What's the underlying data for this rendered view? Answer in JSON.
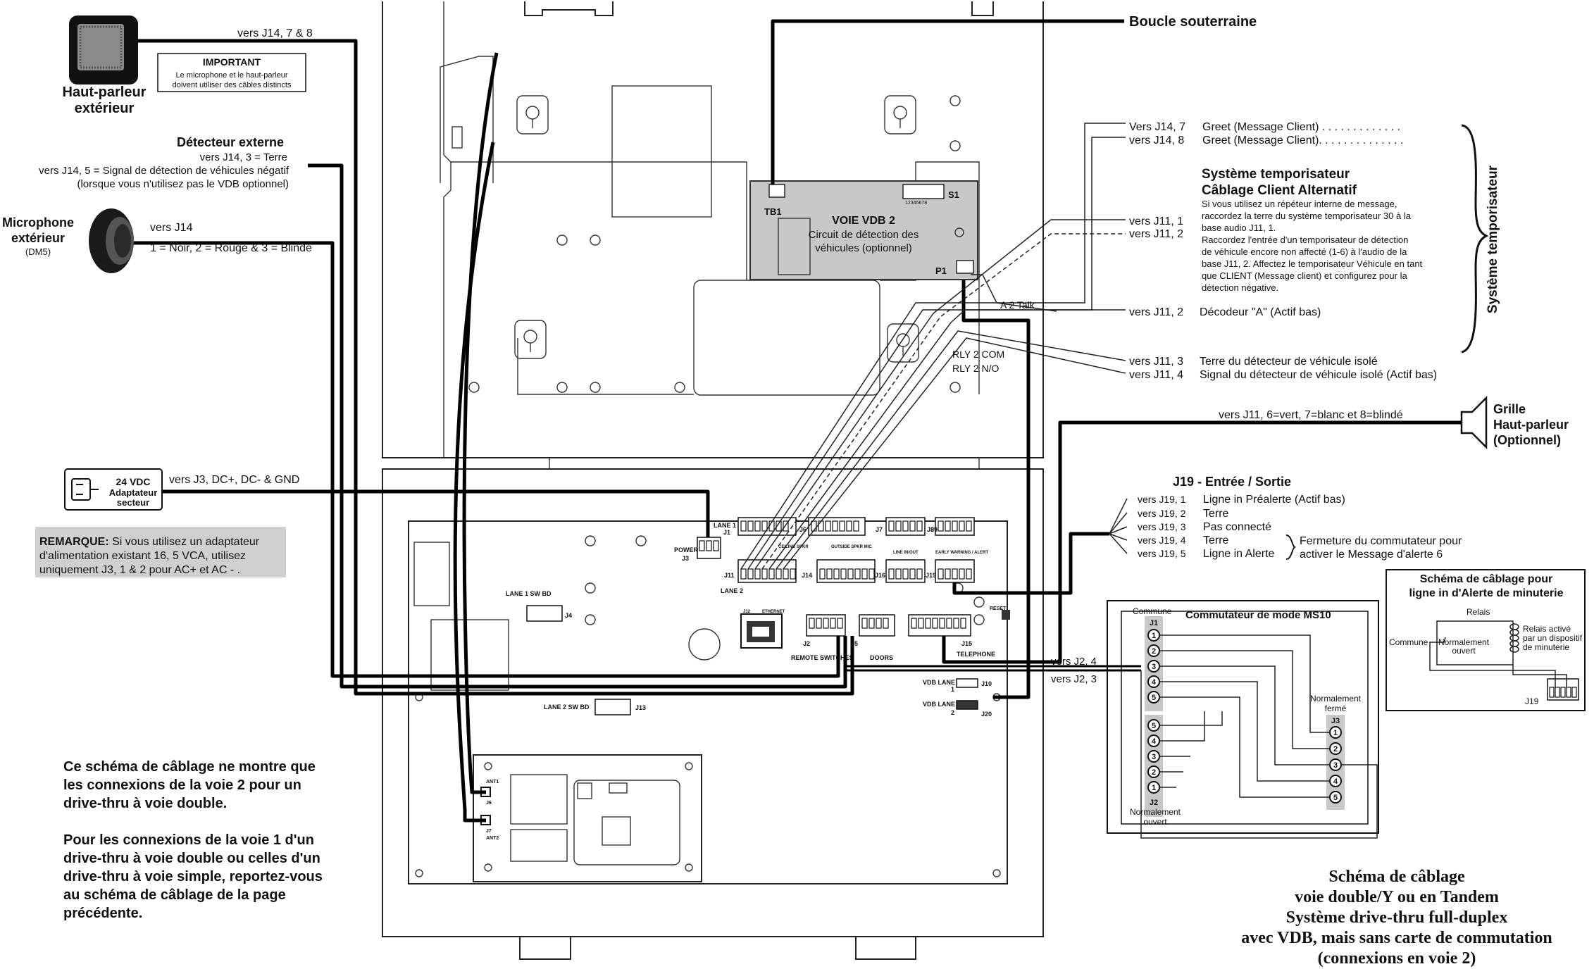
{
  "speaker": {
    "label_line1": "Haut-parleur",
    "label_line2": "extérieur",
    "wire_label": "vers J14,  7 & 8"
  },
  "important": {
    "title": "IMPORTANT",
    "line1": "Le microphone et le haut-parleur",
    "line2": "doivent utiliser des câbles distincts"
  },
  "external_detector": {
    "title": "Détecteur externe",
    "line1": "vers J14, 3 = Terre",
    "line2": "vers J14, 5 = Signal de détection de véhicules négatif",
    "line3": "(lorsque vous n'utilisez pas le VDB optionnel)"
  },
  "microphone": {
    "line1": "Microphone",
    "line2": "extérieur",
    "line3": "(DM5)",
    "wire1": "vers J14",
    "wire2": "1 = Noir, 2 = Rouge & 3 = Blindé"
  },
  "adapter": {
    "line1": "24 VDC",
    "line2": "Adaptateur",
    "line3": "secteur",
    "wire": "vers J3, DC+, DC- & GND"
  },
  "remark": {
    "bold": "REMARQUE:",
    "line1": " Si vous utilisez un adaptateur",
    "line2": "d'alimentation existant 16, 5 VCA, utilisez",
    "line3": "uniquement J3, 1 & 2 pour AC+ et AC - ."
  },
  "loop": {
    "label": "Boucle souterraine"
  },
  "vdb": {
    "tb1": "TB1",
    "s1": "S1",
    "title": "VOIE VDB 2",
    "line1": "Circuit de détection des",
    "line2": "véhicules (optionnel)",
    "p1": "P1",
    "a2talk": "A 2 Talk",
    "rly_com": "RLY 2 COM",
    "rly_no": "RLY 2 N/O",
    "switch_digits": "12345678"
  },
  "greet": {
    "l1_ref": "Vers J14, 7",
    "l1_text": "Greet (Message Client) . . . . . . . . . . . . .",
    "l2_ref": "vers J14, 8",
    "l2_text": "Greet (Message Client). . . . . . . . . . . . . ."
  },
  "timer": {
    "title1": "Système temporisateur",
    "title2": "Câblage Client Alternatif",
    "p1": "Si vous utilisez un répéteur interne de message,",
    "p2": "raccordez la terre du système temporisateur 30 à la",
    "p3": "base audio J11, 1.",
    "p4": "Raccordez l'entrée d'un temporisateur de détection",
    "p5": "de véhicule encore non affecté (1-6) à l'audio de la",
    "p6": "base J11, 2. Affectez le temporisateur Véhicule en tant",
    "p7": "que CLIENT (Message client) et configurez pour la",
    "p8": "détection négative.",
    "ref1": "vers J11,  1",
    "ref2": "vers J11,  2",
    "side": "Système temporisateur"
  },
  "j11": {
    "r2_ref": "vers J11,  2",
    "r2_text": "Décodeur \"A\" (Actif bas)",
    "r3_ref": "vers J11,  3",
    "r3_text": "Terre du détecteur de véhicule isolé",
    "r4_ref": "vers J11,  4",
    "r4_text": "Signal du détecteur de véhicule isolé (Actif bas)"
  },
  "grille": {
    "line1": "Grille",
    "line2": "Haut-parleur",
    "line3": "(Optionnel)",
    "wire": "vers J11, 6=vert, 7=blanc et 8=blindé"
  },
  "j19": {
    "title": "J19 - Entrée / Sortie",
    "rows": [
      {
        "ref": "vers J19,  1",
        "text": "Ligne in Préalerte (Actif bas)"
      },
      {
        "ref": "vers J19,  2",
        "text": "Terre"
      },
      {
        "ref": "vers J19,  3",
        "text": "Pas connecté"
      },
      {
        "ref": "vers J19,  4",
        "text": "Terre"
      },
      {
        "ref": "vers J19,  5",
        "text": "Ligne in Alerte"
      }
    ],
    "note1": "Fermeture du commutateur pour",
    "note2": "activer le Message d'alerte 6"
  },
  "board": {
    "lane1": "LANE 1",
    "j1": "J1",
    "power": "POWER",
    "j3": "J3",
    "j6": "J6",
    "ceiling": "CEILING SPKR",
    "j7": "J7",
    "outside": "OUTSIDE SPKR MIC",
    "j8": "J8",
    "line_inout": "LINE IN/OUT",
    "j9": "J9",
    "early": "EARLY WARNING / ALERT",
    "j11": "J11",
    "lane2": "LANE 2",
    "j14": "J14",
    "j16": "J16",
    "j19": "J19",
    "lane1sw": "LANE 1 SW BD",
    "j4": "J4",
    "j12": "J12",
    "ethernet": "ETHERNET",
    "j2": "J2",
    "j5": "J5",
    "j15": "J15",
    "remote": "REMOTE SWITCHES",
    "doors": "DOORS",
    "telephone": "TELEPHONE",
    "reset": "RESET",
    "vdb1": "VDB LANE",
    "vdb1n": "1",
    "j10": "J10",
    "vdb2": "VDB LANE",
    "vdb2n": "2",
    "j20": "J20",
    "lane2sw": "LANE 2 SW BD",
    "j13": "J13",
    "ant1": "ANT1",
    "j6b": "J6",
    "j7b": "J7",
    "ant2": "ANT2"
  },
  "j2": {
    "w1": "vers J2, 4",
    "w2": "vers J2, 3"
  },
  "ms10": {
    "title": "Commutateur de mode MS10",
    "commune": "Commune",
    "j1": "J1",
    "j2": "J2",
    "j3": "J3",
    "no": "Normalement",
    "no2": "ouvert",
    "nf": "Normalement",
    "nf2": "fermé",
    "left_top": [
      "1",
      "2",
      "3",
      "4",
      "5"
    ],
    "left_bottom": [
      "5",
      "4",
      "3",
      "2",
      "1"
    ],
    "right": [
      "1",
      "2",
      "3",
      "4",
      "5"
    ]
  },
  "timer_box": {
    "title1": "Schéma de câblage pour",
    "title2": "ligne in d'Alerte de minuterie",
    "relais": "Relais",
    "commune": "Commune",
    "no1": "Normalement",
    "no2": "ouvert",
    "act1": "Relais activé",
    "act2": "par un dispositif",
    "act3": "de minuterie",
    "j19": "J19"
  },
  "notes": {
    "n1": "Ce schéma de câblage ne montre que",
    "n2": "les connexions de la voie 2 pour un",
    "n3": "drive-thru à voie double.",
    "n4": "Pour les connexions de la voie 1 d'un",
    "n5": "drive-thru à voie double ou celles d'un",
    "n6": "drive-thru à voie simple, reportez-vous",
    "n7": "au schéma de câblage de la page",
    "n8": "précédente."
  },
  "caption": {
    "l1": "Schéma de câblage",
    "l2": "voie double/Y ou en Tandem",
    "l3": "Système drive-thru full-duplex",
    "l4": "avec VDB, mais sans carte de commutation",
    "l5": "(connexions en voie 2)"
  }
}
